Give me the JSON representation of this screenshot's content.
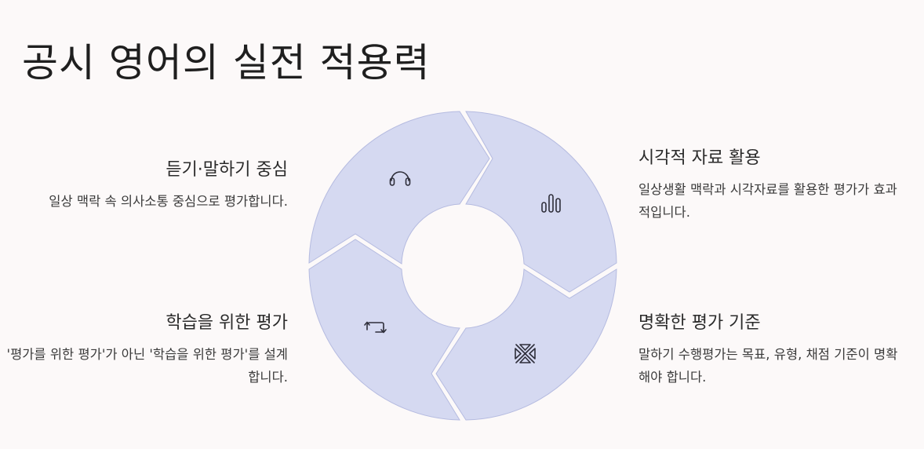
{
  "title": "공시 영어의 실전 적용력",
  "sections": [
    {
      "id": "top-left",
      "heading": "듣기·말하기 중심",
      "text": "일상 맥락 속 의사소통 중심으로 평가합니다.",
      "icon": "headphones-icon"
    },
    {
      "id": "top-right",
      "heading": "시각적 자료 활용",
      "text": "일상생활 맥락과 시각자료를 활용한 평가가 효과적입니다.",
      "icon": "bar-chart-icon"
    },
    {
      "id": "bottom-right",
      "heading": "명확한 평가 기준",
      "text": "말하기 수행평가는 목표, 유형, 채점 기준이 명확해야 합니다.",
      "icon": "criteria-icon"
    },
    {
      "id": "bottom-left",
      "heading": "학습을 위한 평가",
      "text": "'평가를 위한 평가'가 아닌 '학습을 위한 평가'를 설계합니다.",
      "icon": "repeat-icon"
    }
  ],
  "colors": {
    "background": "#fcf9f9",
    "segment_fill": "#d5d9f1",
    "segment_stroke": "#b5bbe0",
    "text": "#2b2b2b"
  }
}
